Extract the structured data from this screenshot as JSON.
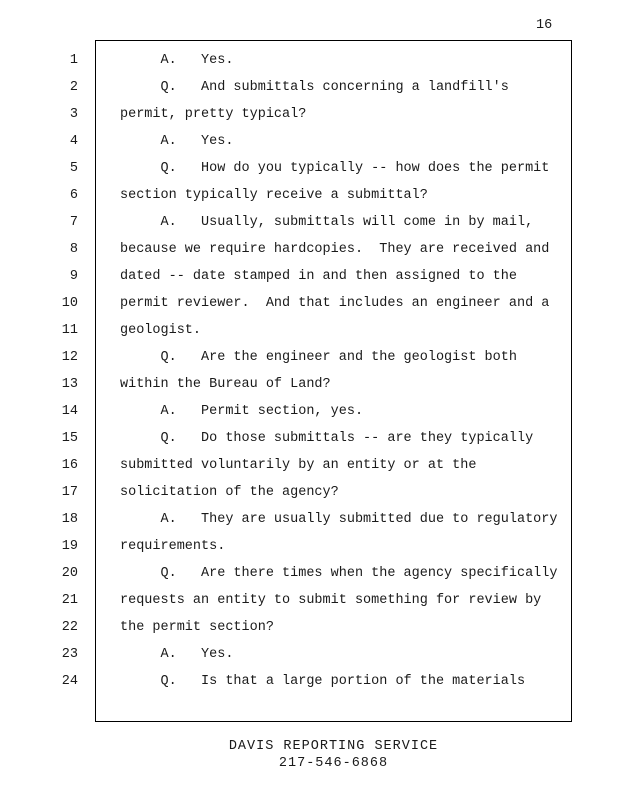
{
  "page": {
    "number": "16",
    "footer": {
      "line1": "DAVIS REPORTING SERVICE",
      "line2": "217-546-6868"
    }
  },
  "transcript": {
    "lines": [
      {
        "num": "1",
        "text": "     A.   Yes."
      },
      {
        "num": "2",
        "text": "     Q.   And submittals concerning a landfill's"
      },
      {
        "num": "3",
        "text": "permit, pretty typical?"
      },
      {
        "num": "4",
        "text": "     A.   Yes."
      },
      {
        "num": "5",
        "text": "     Q.   How do you typically -- how does the permit"
      },
      {
        "num": "6",
        "text": "section typically receive a submittal?"
      },
      {
        "num": "7",
        "text": "     A.   Usually, submittals will come in by mail,"
      },
      {
        "num": "8",
        "text": "because we require hardcopies.  They are received and"
      },
      {
        "num": "9",
        "text": "dated -- date stamped in and then assigned to the"
      },
      {
        "num": "10",
        "text": "permit reviewer.  And that includes an engineer and a"
      },
      {
        "num": "11",
        "text": "geologist."
      },
      {
        "num": "12",
        "text": "     Q.   Are the engineer and the geologist both"
      },
      {
        "num": "13",
        "text": "within the Bureau of Land?"
      },
      {
        "num": "14",
        "text": "     A.   Permit section, yes."
      },
      {
        "num": "15",
        "text": "     Q.   Do those submittals -- are they typically"
      },
      {
        "num": "16",
        "text": "submitted voluntarily by an entity or at the"
      },
      {
        "num": "17",
        "text": "solicitation of the agency?"
      },
      {
        "num": "18",
        "text": "     A.   They are usually submitted due to regulatory"
      },
      {
        "num": "19",
        "text": "requirements."
      },
      {
        "num": "20",
        "text": "     Q.   Are there times when the agency specifically"
      },
      {
        "num": "21",
        "text": "requests an entity to submit something for review by"
      },
      {
        "num": "22",
        "text": "the permit section?"
      },
      {
        "num": "23",
        "text": "     A.   Yes."
      },
      {
        "num": "24",
        "text": "     Q.   Is that a large portion of the materials"
      }
    ]
  }
}
